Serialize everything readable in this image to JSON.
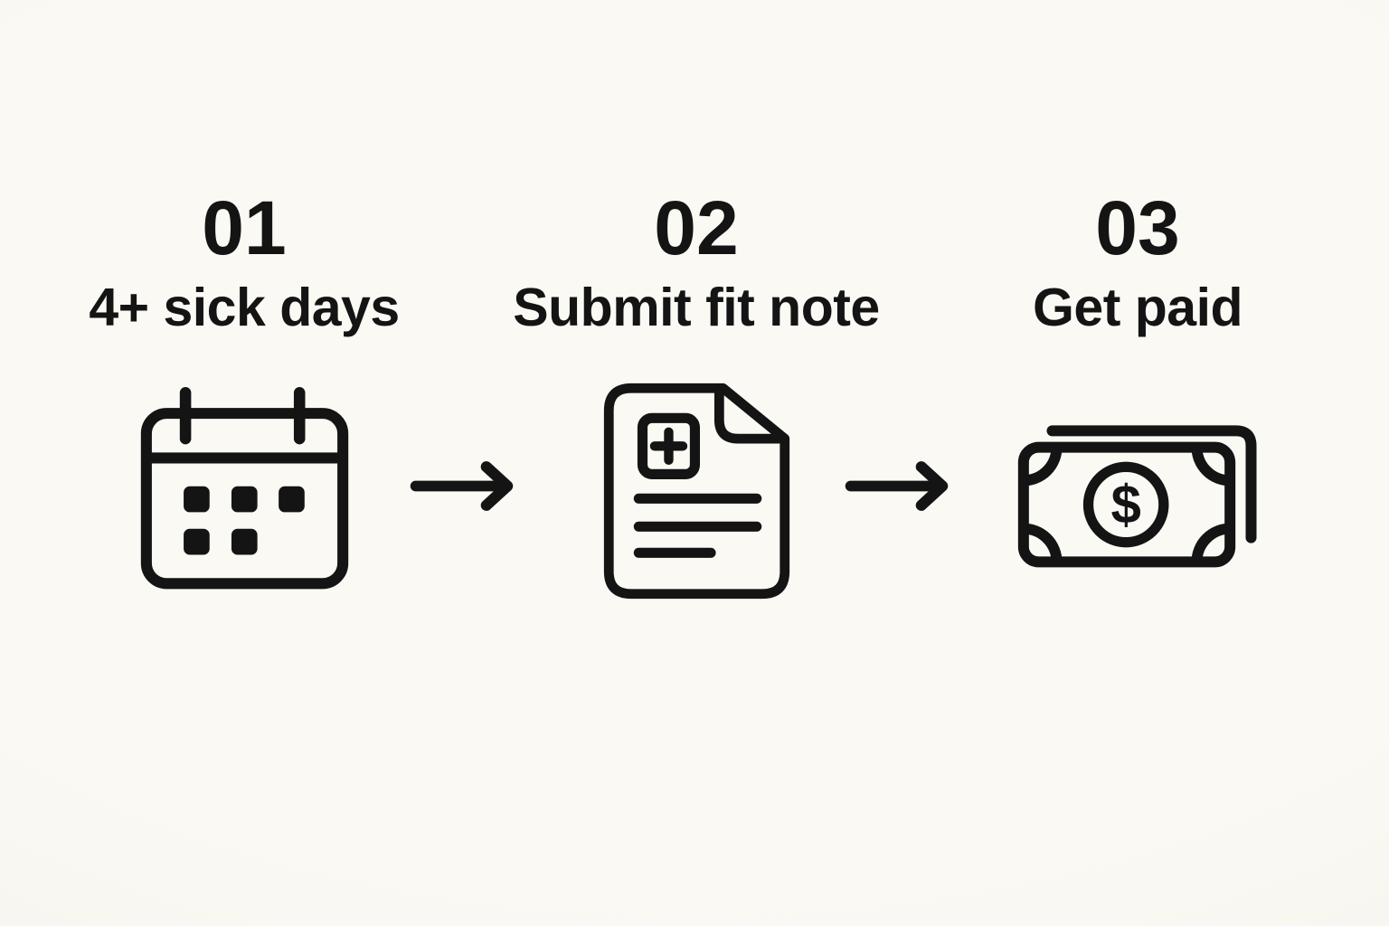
{
  "colors": {
    "background": "#faf9f3",
    "background_edge": "#f3f1ea",
    "ink": "#141414"
  },
  "process": {
    "steps": [
      {
        "number": "01",
        "label": "4+ sick days",
        "icon": "calendar-icon"
      },
      {
        "number": "02",
        "label": "Submit fit note",
        "icon": "fit-note-document-icon"
      },
      {
        "number": "03",
        "label": "Get paid",
        "icon": "banknotes-icon",
        "currency_symbol": "$"
      }
    ],
    "connectors": [
      {
        "icon": "arrow-right-icon"
      },
      {
        "icon": "arrow-right-icon"
      }
    ]
  }
}
